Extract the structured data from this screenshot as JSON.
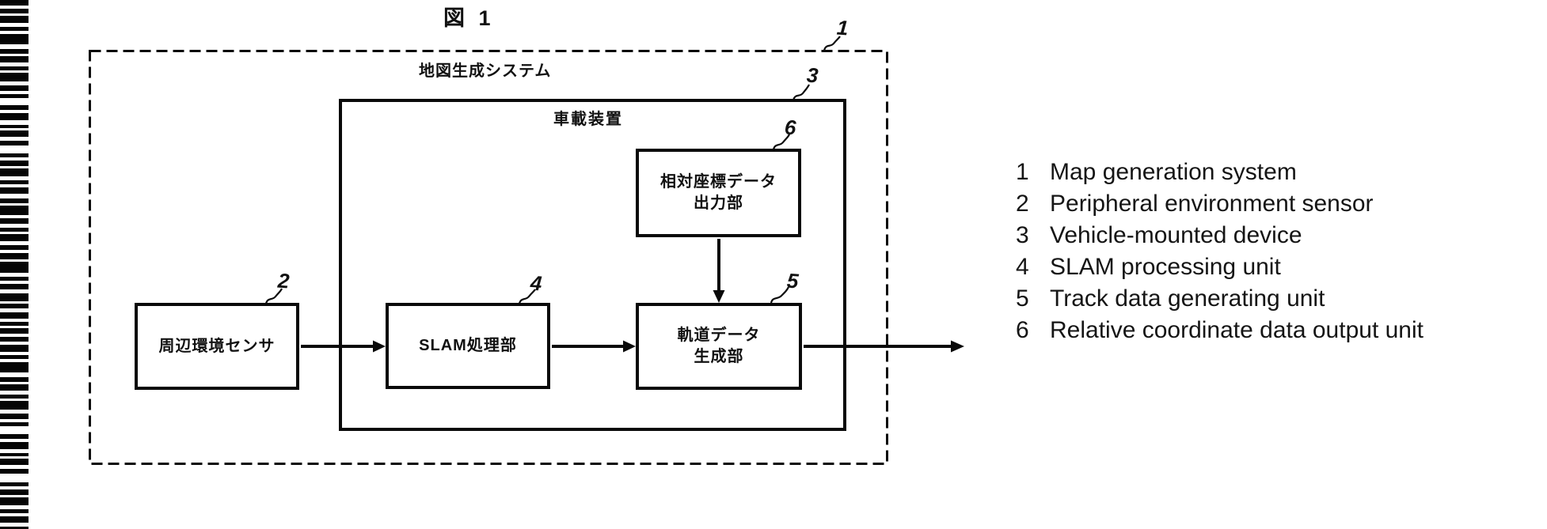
{
  "figure": {
    "title": "図 1"
  },
  "diagram": {
    "outer_box": {
      "label": "地図生成システム",
      "ref": "1"
    },
    "inner_box": {
      "label": "車載装置",
      "ref": "3"
    },
    "boxes": [
      {
        "id": "peripheral-environment-sensor",
        "lines": [
          "周辺環境センサ"
        ],
        "ref": "2"
      },
      {
        "id": "slam-processing-unit",
        "lines": [
          "SLAM処理部"
        ],
        "ref": "4"
      },
      {
        "id": "track-data-generating-unit",
        "lines": [
          "軌道データ",
          "生成部"
        ],
        "ref": "5"
      },
      {
        "id": "relative-coordinate-data-output-unit",
        "lines": [
          "相対座標データ",
          "出力部"
        ],
        "ref": "6"
      }
    ]
  },
  "legend": {
    "items": [
      {
        "num": "1",
        "label": "Map generation system"
      },
      {
        "num": "2",
        "label": "Peripheral environment sensor"
      },
      {
        "num": "3",
        "label": "Vehicle-mounted device"
      },
      {
        "num": "4",
        "label": "SLAM processing unit"
      },
      {
        "num": "5",
        "label": "Track data generating unit"
      },
      {
        "num": "6",
        "label": "Relative coordinate data output unit"
      }
    ]
  },
  "colors": {
    "ink": "#1a1a1a",
    "paper": "#ffffff"
  }
}
